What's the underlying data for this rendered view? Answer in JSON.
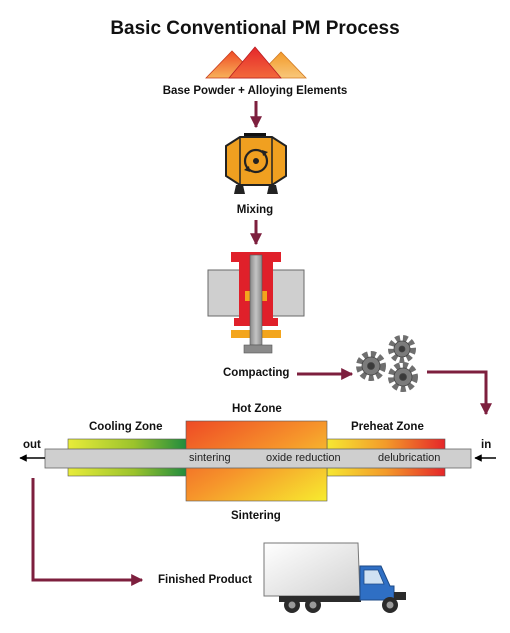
{
  "diagram": {
    "title": "Basic Conventional PM Process",
    "steps": {
      "powder": "Base Powder + Alloying Elements",
      "mixing": "Mixing",
      "compacting": "Compacting",
      "sintering": "Sintering",
      "finished": "Finished Product"
    },
    "furnace": {
      "out_label": "out",
      "in_label": "in",
      "zones": {
        "cooling": "Cooling Zone",
        "hot": "Hot Zone",
        "preheat": "Preheat Zone"
      },
      "stages": {
        "sintering": "sintering",
        "oxide_reduction": "oxide reduction",
        "delubrication": "delubrication"
      }
    },
    "colors": {
      "arrow": "#7d1f3e",
      "gear": "#6f6f6f",
      "mixer": "#f0a020",
      "die": "#e0202a",
      "punch": "#f3a51d",
      "truck_cab": "#2f6fc4"
    },
    "icons": [
      "powder-heaps-icon",
      "mixer-icon",
      "compaction-press-icon",
      "gears-icon",
      "truck-icon"
    ]
  }
}
